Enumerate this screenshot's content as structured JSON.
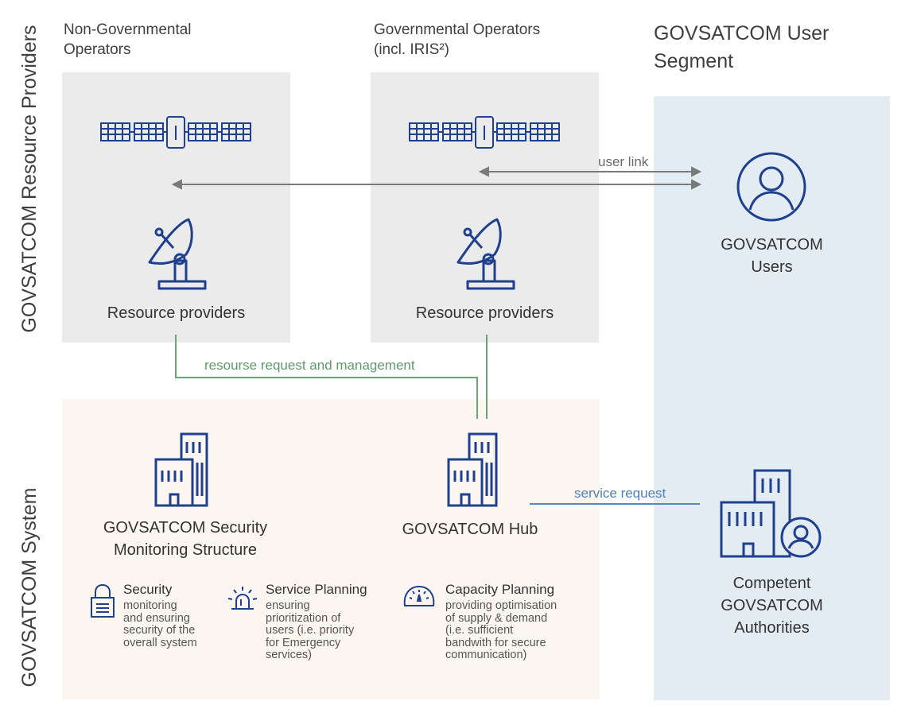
{
  "side_labels": {
    "resource_providers": "GOVSATCOM Resource Providers",
    "system": "GOVSATCOM System"
  },
  "columns": {
    "non_gov": [
      "Non-Governmental",
      "Operators"
    ],
    "gov": [
      "Governmental Operators",
      "(incl. IRIS²)"
    ],
    "user_segment": [
      "GOVSATCOM User",
      "Segment"
    ]
  },
  "resource_providers": {
    "left_label": "Resource providers",
    "right_label": "Resource providers"
  },
  "connections": {
    "user_link": "user link",
    "resource_request": "resourse request and management",
    "service_request": "service request"
  },
  "users": [
    "GOVSATCOM",
    "Users"
  ],
  "security_structure": [
    "GOVSATCOM Security",
    "Monitoring Structure"
  ],
  "hub": "GOVSATCOM Hub",
  "authorities": [
    "Competent",
    "GOVSATCOM",
    "Authorities"
  ],
  "features": [
    {
      "icon": "lock-icon",
      "title": "Security",
      "description": [
        "monitoring",
        "and ensuring",
        "security of the",
        "overall system"
      ]
    },
    {
      "icon": "siren-icon",
      "title": "Service Planning",
      "description": [
        "ensuring",
        "prioritization of",
        "users (i.e. priority",
        "for Emergency",
        "services)"
      ]
    },
    {
      "icon": "gauge-icon",
      "title": "Capacity Planning",
      "description": [
        "providing optimisation",
        "of supply & demand",
        "(i.e. sufficient",
        "bandwith for secure",
        "communication)"
      ]
    }
  ],
  "colors": {
    "icon_blue": "#1f3f8f",
    "green_line": "#6aa37a",
    "green_text": "#5d9a6c",
    "blue_line": "#5a87c2",
    "blue_text": "#4f7fbf",
    "grey_line": "#7a7a7a",
    "panel_grey": "#ebebeb",
    "panel_beige": "#fcf6f1",
    "panel_blue": "#e3ebf3"
  }
}
